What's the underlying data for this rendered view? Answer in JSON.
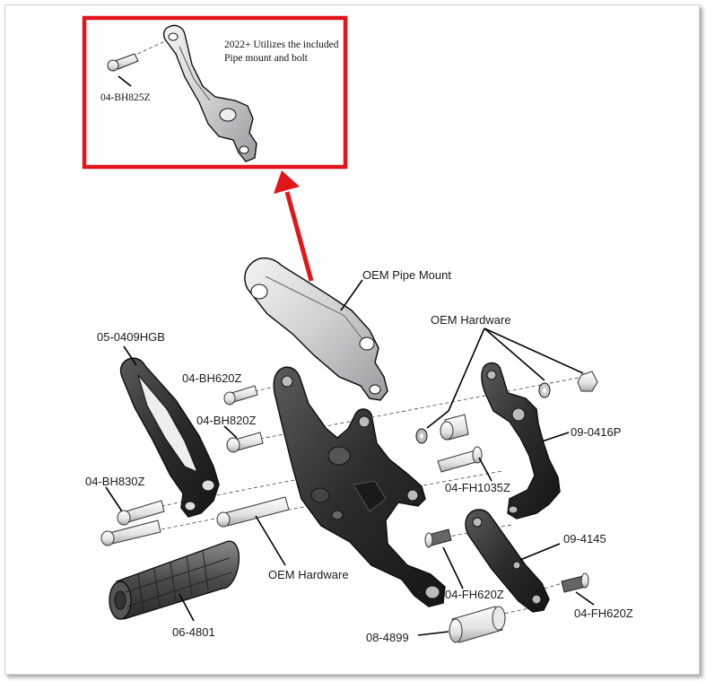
{
  "inset": {
    "note_line1": "2022+ Utilizes the included",
    "note_line2": "Pipe mount and bolt",
    "bolt_part": "04-BH825Z",
    "border_color": "#e3151a"
  },
  "labels": {
    "oem_pipe_mount": "OEM Pipe Mount",
    "oem_hardware_top": "OEM Hardware",
    "heel_guard": "05-0409HGB",
    "bolt_bh620": "04-BH620Z",
    "bolt_bh820": "04-BH820Z",
    "bolt_bh830": "04-BH830Z",
    "shift_lever": "09-0416P",
    "bolt_fh1035": "04-FH1035Z",
    "oem_hardware_bottom": "OEM Hardware",
    "link_arm": "09-4145",
    "bolt_fh620_center": "04-FH620Z",
    "bolt_fh620_right": "04-FH620Z",
    "footpeg": "06-4801",
    "spacer": "08-4899"
  },
  "colors": {
    "arrow": "#e3151a",
    "anodized_black": "#2e2e2e",
    "silver": "#d8d8d8"
  }
}
